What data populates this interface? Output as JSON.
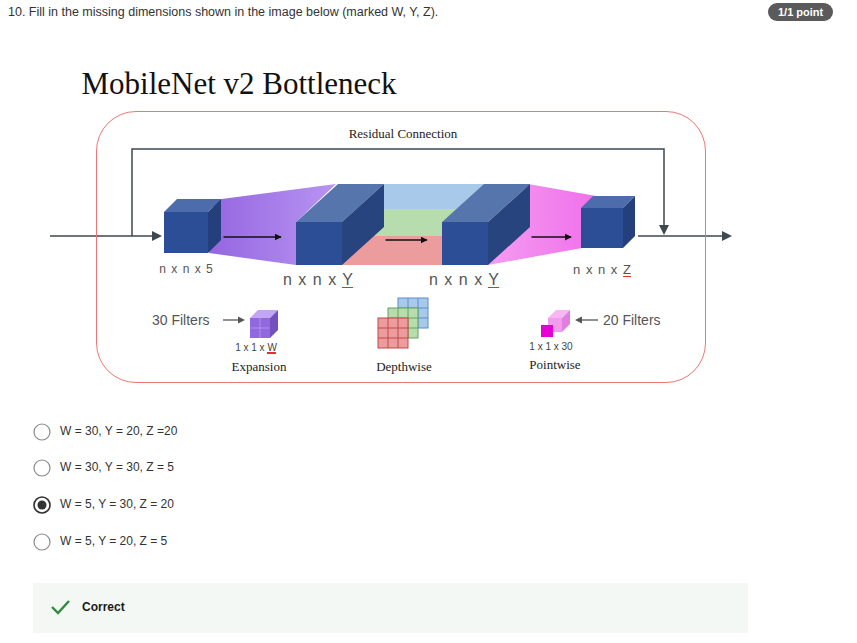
{
  "diagram": {
    "title": "10. Fill in the missing dimensions shown in the image below (marked W, Y, Z).",
    "nodes": [
      {
        "text": [
          "MobileNet v2 Bottleneck"
        ]
      },
      {
        "text": [
          "n x n x 5"
        ],
        "in": 0
      },
      {
        "text": [
          "n x n x Y"
        ],
        "in": 0
      },
      {
        "text": [
          "n x n x Y"
        ],
        "in": 0
      },
      {
        "text": [
          "n x n x Z"
        ],
        "in": 0
      }
    ],
    "edges": [
      {
        "from": 1,
        "to": 2,
        "arrow": "to"
      },
      {
        "from": 2,
        "to": 3,
        "arrow": "to"
      },
      {
        "from": 3,
        "to": 4,
        "arrow": "to"
      }
    ],
    "labels": [
      "1/1 point",
      "Residual Connection",
      "30 Filters",
      "1 x 1 x W",
      "Expansion",
      "Depthwise",
      "1 x 1 x 30",
      "Pointwise",
      "20 Filters",
      "W = 30, Y = 20, Z =20",
      "W = 30, Y = 30, Z = 5",
      "W = 5, Y = 30, Z = 20",
      "W = 5, Y = 20, Z = 5",
      "Correct"
    ]
  }
}
